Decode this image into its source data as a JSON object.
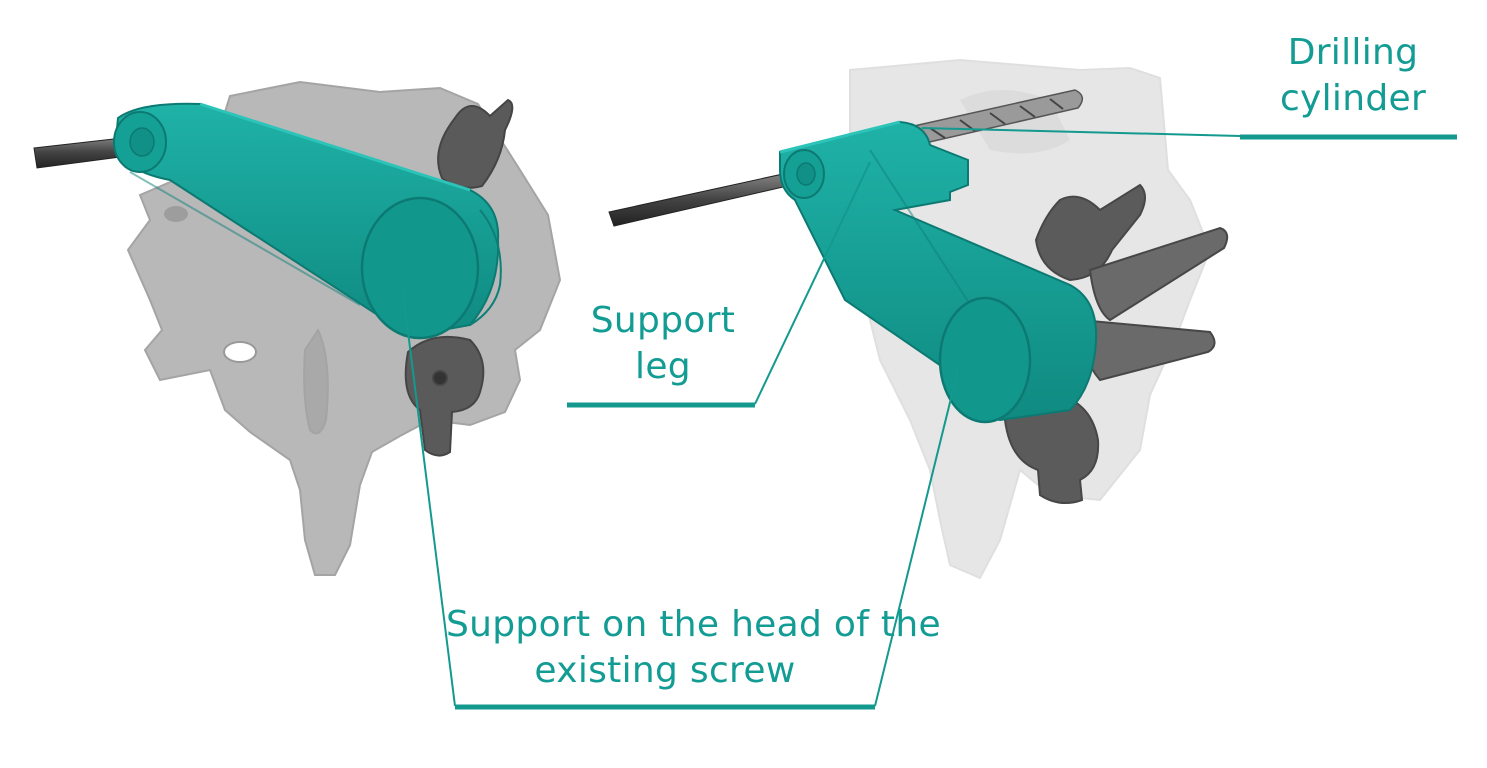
{
  "colors": {
    "guide_teal": "#14998f",
    "guide_teal_dark": "#0f7f77",
    "bone_gray": "#b4b4b4",
    "screw_dark": "#555555",
    "leader_line": "#14998f"
  },
  "labels": {
    "drilling_cylinder": {
      "line1": "Drilling",
      "line2": "cylinder"
    },
    "support_leg": {
      "line1": "Support",
      "line2": "leg"
    },
    "support_screw": {
      "line1": "Support on the head of the",
      "line2": "existing screw"
    }
  }
}
